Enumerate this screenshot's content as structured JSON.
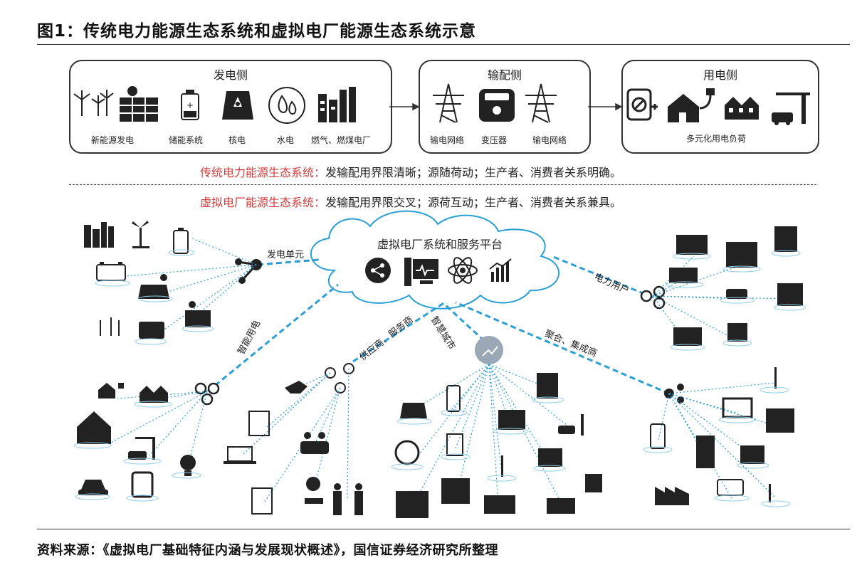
{
  "header": {
    "title": "图1：传统电力能源生态系统和虚拟电厂能源生态系统示意"
  },
  "traditional": {
    "generation": {
      "title": "发电侧",
      "items": [
        "新能源发电",
        "储能系统",
        "核电",
        "水电",
        "燃气、燃煤电厂"
      ]
    },
    "transmission": {
      "title": "输配侧",
      "items": [
        "输电网络",
        "变压器",
        "输电网络"
      ]
    },
    "consumption": {
      "title": "用电侧",
      "items": [
        "多元化用电负荷"
      ]
    },
    "desc_label": "传统电力能源生态系统：",
    "desc_text": "发输配用界限清晰；源随荷动；生产者、消费者关系明确。"
  },
  "virtual": {
    "desc_label": "虚拟电厂能源生态系统：",
    "desc_text": "发输配用界限交叉；源荷互动；生产者、消费者关系兼具。",
    "platform_title": "虚拟电厂系统和服务平台",
    "links": {
      "generation_unit": "发电单元",
      "power_users": "电力用户",
      "smart_consumption": "智能用电",
      "suppliers": "供应商、服务商",
      "smart_city": "智慧城市",
      "aggregators": "聚合、集成商"
    }
  },
  "footer": {
    "source": "资料来源：《虚拟电厂基础特征内涵与发展现状概述》，国信证券经济研究所整理"
  },
  "colors": {
    "accent_red": "#d23b3b",
    "link_blue": "#2a9fd6",
    "ink": "#222222"
  }
}
